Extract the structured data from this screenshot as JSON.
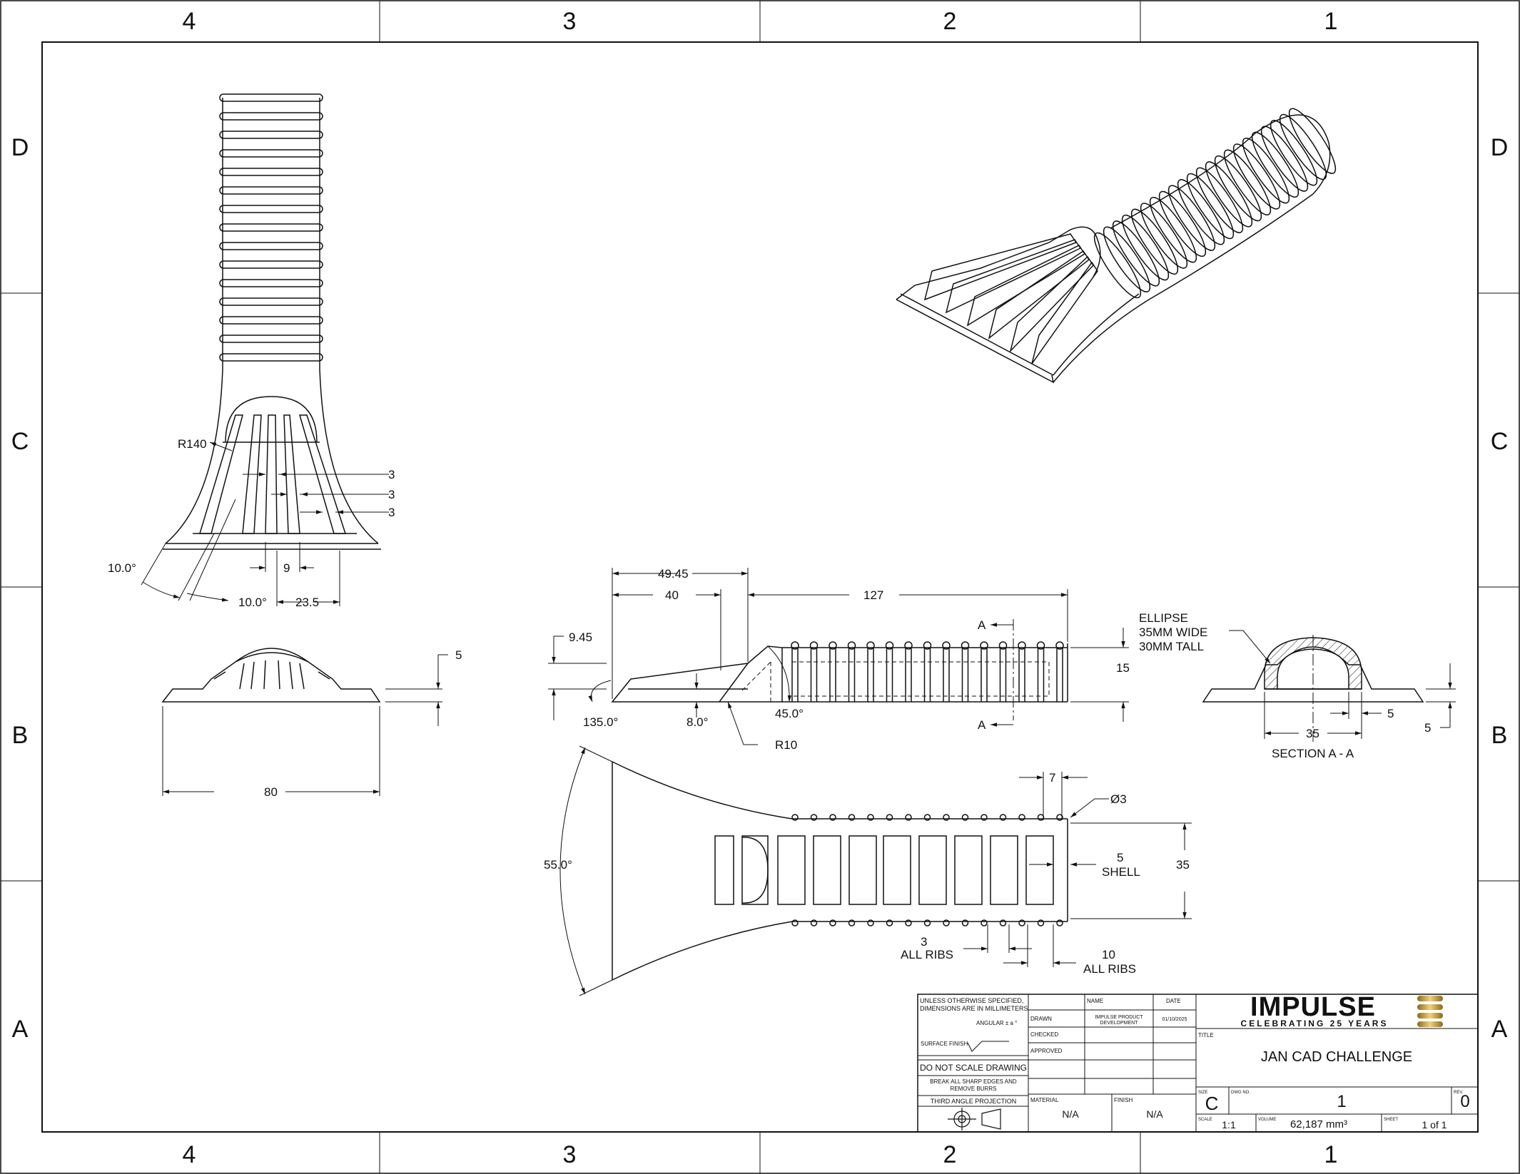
{
  "border": {
    "columns": [
      "4",
      "3",
      "2",
      "1"
    ],
    "rows": [
      "D",
      "C",
      "B",
      "A"
    ]
  },
  "dimensions": {
    "top_view": {
      "r140": "R140",
      "rib1": "3",
      "rib2": "3",
      "rib3": "3",
      "ang_left": "10.0°",
      "ang_mid": "10.0°",
      "gap": "9",
      "width_tip": "23.5"
    },
    "front_view": {
      "height": "5",
      "width": "80"
    },
    "side_view": {
      "d1": "49.45",
      "d2": "40",
      "d3": "127",
      "d4": "9.45",
      "d5": "15",
      "ang1": "135.0°",
      "ang2": "8.0°",
      "ang3": "45.0°",
      "r10": "R10",
      "cut_a_top": "A",
      "cut_a_bottom": "A"
    },
    "bottom_view": {
      "ang": "55.0°",
      "pitch": "7",
      "dia": "Ø3",
      "shell_val": "5",
      "shell_label": "SHELL",
      "height": "35",
      "rib_w_val": "3",
      "rib_w_label": "ALL RIBS",
      "rib_s_val": "10",
      "rib_s_label": "ALL RIBS"
    },
    "section": {
      "note1": "ELLIPSE",
      "note2": "35MM WIDE",
      "note3": "30MM TALL",
      "w": "35",
      "t": "5",
      "h": "5",
      "title": "SECTION A - A"
    }
  },
  "title_block": {
    "notes_1": "UNLESS OTHERWISE SPECIFIED,",
    "notes_2": "DIMENSIONS ARE IN MILLIMETERS",
    "angular": "ANGULAR ± a °",
    "surface_finish": "SURFACE FINISH",
    "do_not_scale": "DO NOT SCALE DRAWING",
    "break_edges_1": "BREAK ALL SHARP EDGES AND",
    "break_edges_2": "REMOVE BURRS",
    "projection": "THIRD ANGLE PROJECTION",
    "hdr_name": "NAME",
    "hdr_date": "DATE",
    "drawn_label": "DRAWN",
    "drawn_name_1": "IMPULSE PRODUCT",
    "drawn_name_2": "DEVELOPMENT",
    "drawn_date": "01/10/2025",
    "checked_label": "CHECKED",
    "approved_label": "APPROVED",
    "material_label": "MATERIAL",
    "material_value": "N/A",
    "finish_label": "FINISH",
    "finish_value": "N/A",
    "company": "IMPULSE",
    "tagline": "CELEBRATING 25 YEARS",
    "title_label": "TITLE",
    "title": "JAN CAD CHALLENGE",
    "size_label": "SIZE",
    "size": "C",
    "dwg_label": "DWG NO.",
    "dwg_no": "1",
    "rev_label": "REV.",
    "rev": "0",
    "scale_label": "SCALE",
    "scale": "1:1",
    "volume_label": "VOLUME",
    "volume": "62,187 mm³",
    "sheet_label": "SHEET",
    "sheet": "1 of 1"
  },
  "colors": {
    "ink": "#111111",
    "paper": "#ffffff",
    "logo_gold": "#c9a13b"
  }
}
